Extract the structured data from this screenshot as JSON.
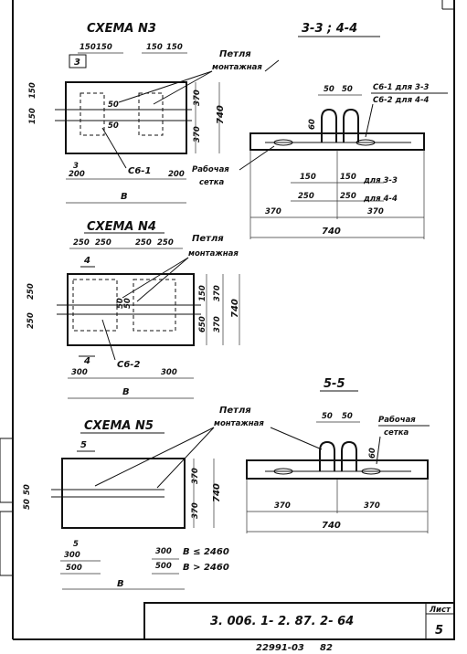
{
  "schemes": {
    "s3": {
      "title": "СХЕМА N3",
      "dims_top": [
        "150",
        "150",
        "150",
        "150"
      ],
      "mark_3": "3",
      "left_dims": [
        "150",
        "150"
      ],
      "inner_dims": [
        "50",
        "50"
      ],
      "right_dims": [
        "370",
        "370"
      ],
      "total": "740",
      "bottom_dims": [
        "200",
        "200"
      ],
      "mark_3b": "3",
      "label_cb": "С6-1",
      "label_b": "В",
      "loop_label": [
        "Петля",
        "монтажная"
      ]
    },
    "s4": {
      "title": "СХЕМА N4",
      "dims_top": [
        "250",
        "250",
        "250",
        "250"
      ],
      "mark_4": "4",
      "left_dims": [
        "250",
        "250"
      ],
      "inner_dims": [
        "50",
        "50"
      ],
      "right_dims": [
        "150",
        "650"
      ],
      "side_dims": [
        "370",
        "370"
      ],
      "total": "740",
      "bottom_dims": [
        "300",
        "300"
      ],
      "mark_4b": "4",
      "label_cb": "С6-2",
      "label_b": "В",
      "loop_label": [
        "Петля",
        "монтажная"
      ]
    },
    "s5": {
      "title": "СХЕМА N5",
      "mark_5": "5",
      "left_dims": [
        "50",
        "50"
      ],
      "right_dims": [
        "370",
        "370"
      ],
      "total": "740",
      "bottom_marks": [
        "5",
        "300",
        "500"
      ],
      "right_bottom": [
        "300",
        "500"
      ],
      "cond1": "В ≤ 2460",
      "cond2": "В > 2460",
      "label_b": "В",
      "loop_label": [
        "Петля",
        "монтажная"
      ]
    }
  },
  "sections": {
    "s34": {
      "title": "3-3 ; 4-4",
      "dims_top": [
        "50",
        "50"
      ],
      "dim_60": "60",
      "cb_labels": [
        "С6-1 для 3-3",
        "С6-2 для 4-4"
      ],
      "work_mesh": [
        "Рабочая",
        "сетка"
      ],
      "row1": [
        "150",
        "150",
        "для 3-3"
      ],
      "row2": [
        "250",
        "250",
        "для 4-4"
      ],
      "row3": [
        "370",
        "370"
      ],
      "total": "740"
    },
    "s55": {
      "title": "5-5",
      "dims_top": [
        "50",
        "50"
      ],
      "dim_60": "60",
      "work_mesh": [
        "Рабочая",
        "сетка"
      ],
      "row": [
        "370",
        "370"
      ],
      "total": "740"
    }
  },
  "stamp": {
    "code": "3. 006. 1- 2. 87. 2- 64",
    "sheet_label": "Лист",
    "sheet_no": "5"
  },
  "footer": {
    "number": "22991-03",
    "page": "82"
  }
}
